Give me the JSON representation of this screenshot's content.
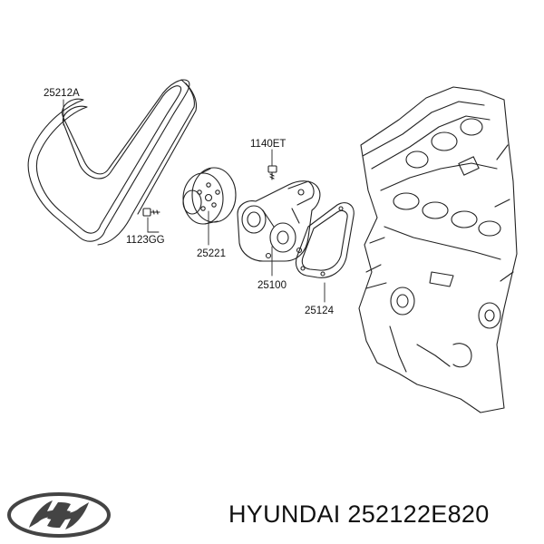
{
  "diagram": {
    "callouts": {
      "belt": "25212A",
      "bolt_top": "1140ET",
      "bolt_pulley": "1123GG",
      "pulley": "25221",
      "pump": "25100",
      "gasket": "25124"
    }
  },
  "footer": {
    "brand_part_text": "HYUNDAI 252122E820",
    "logo_icon": "hyundai-logo-icon"
  },
  "colors": {
    "line": "#222222",
    "background": "#ffffff"
  }
}
